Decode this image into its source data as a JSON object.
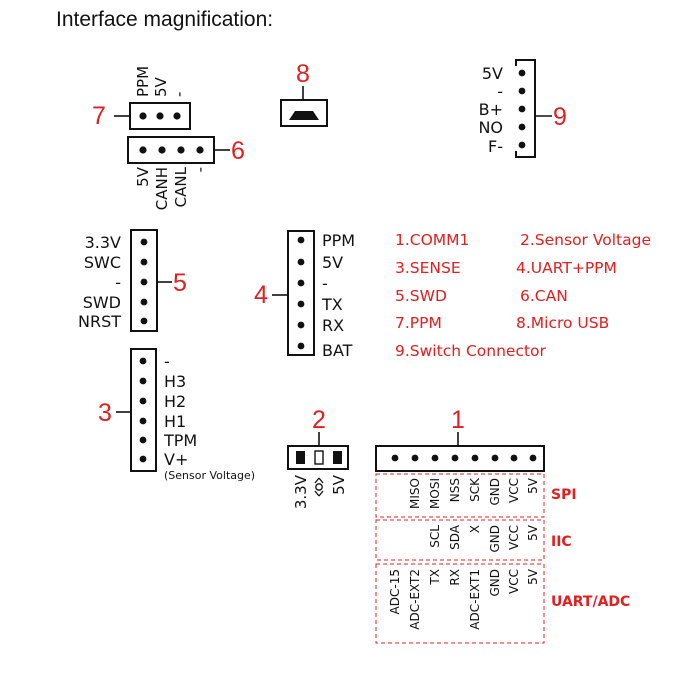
{
  "title": "Interface magnification:",
  "connectors": {
    "c1": {
      "number": "1"
    },
    "c2": {
      "number": "2",
      "pins": [
        "3.3V",
        "5V"
      ]
    },
    "c3": {
      "number": "3",
      "pins": [
        "-",
        "H3",
        "H2",
        "H1",
        "TPM",
        "V+"
      ],
      "note": "(Sensor Voltage)"
    },
    "c4": {
      "number": "4",
      "pins": [
        "PPM",
        "5V",
        "-",
        "TX",
        "RX",
        "BAT"
      ]
    },
    "c5": {
      "number": "5",
      "pins": [
        "3.3V",
        "SWC",
        "-",
        "SWD",
        "NRST"
      ]
    },
    "c6": {
      "number": "6",
      "pins": [
        "5V",
        "CANH",
        "CANL",
        "-"
      ]
    },
    "c7": {
      "number": "7",
      "pins": [
        "PPM",
        "5V",
        "-"
      ]
    },
    "c8": {
      "number": "8"
    },
    "c9": {
      "number": "9",
      "pins": [
        "5V",
        "-",
        "B+",
        "NO",
        "F-"
      ]
    }
  },
  "legend": [
    "1.COMM1",
    "2.Sensor Voltage",
    "3.SENSE",
    "4.UART+PPM",
    "5.SWD",
    "6.CAN",
    "7.PPM",
    "8.Micro USB",
    "9.Switch Connector"
  ],
  "comm1_modes": [
    {
      "name": "SPI",
      "pins": [
        "MISO",
        "MOSI",
        "NSS",
        "SCK",
        "GND",
        "VCC",
        "5V"
      ]
    },
    {
      "name": "IIC",
      "pins": [
        "SCL",
        "SDA",
        "X",
        "GND",
        "VCC",
        "5V"
      ]
    },
    {
      "name": "UART/ADC",
      "pins": [
        "ADC-15",
        "ADC-EXT2",
        "TX",
        "RX",
        "ADC-EXT1",
        "GND",
        "VCC",
        "5V"
      ]
    }
  ]
}
